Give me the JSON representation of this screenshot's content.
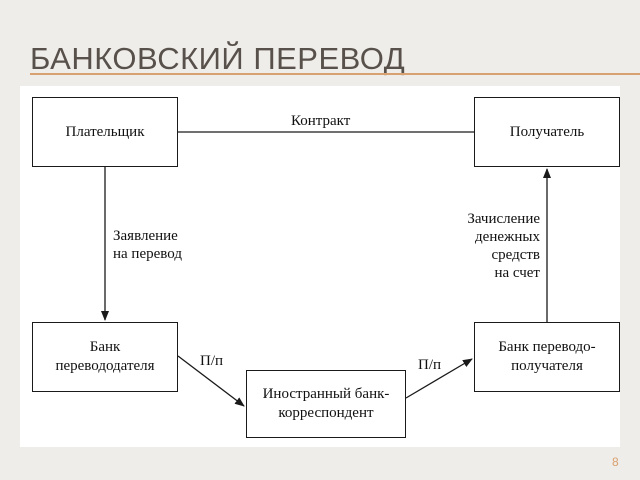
{
  "slide": {
    "title": "БАНКОВСКИЙ ПЕРЕВОД",
    "page_number": "8",
    "accent_color": "#d9a070"
  },
  "diagram": {
    "nodes": {
      "payer": "Плательщик",
      "recipient": "Получатель",
      "payer_bank": "Банк\nперевододателя",
      "correspondent_bank": "Иностранный банк-\nкорреспондент",
      "recipient_bank": "Банк переводо-\nполучателя"
    },
    "edges": {
      "contract": "Контракт",
      "transfer_request": "Заявление\nна перевод",
      "credit_to_account": "Зачисление\nденежных\nсредств\nна счет",
      "payment_order_1": "П/п",
      "payment_order_2": "П/п"
    }
  }
}
